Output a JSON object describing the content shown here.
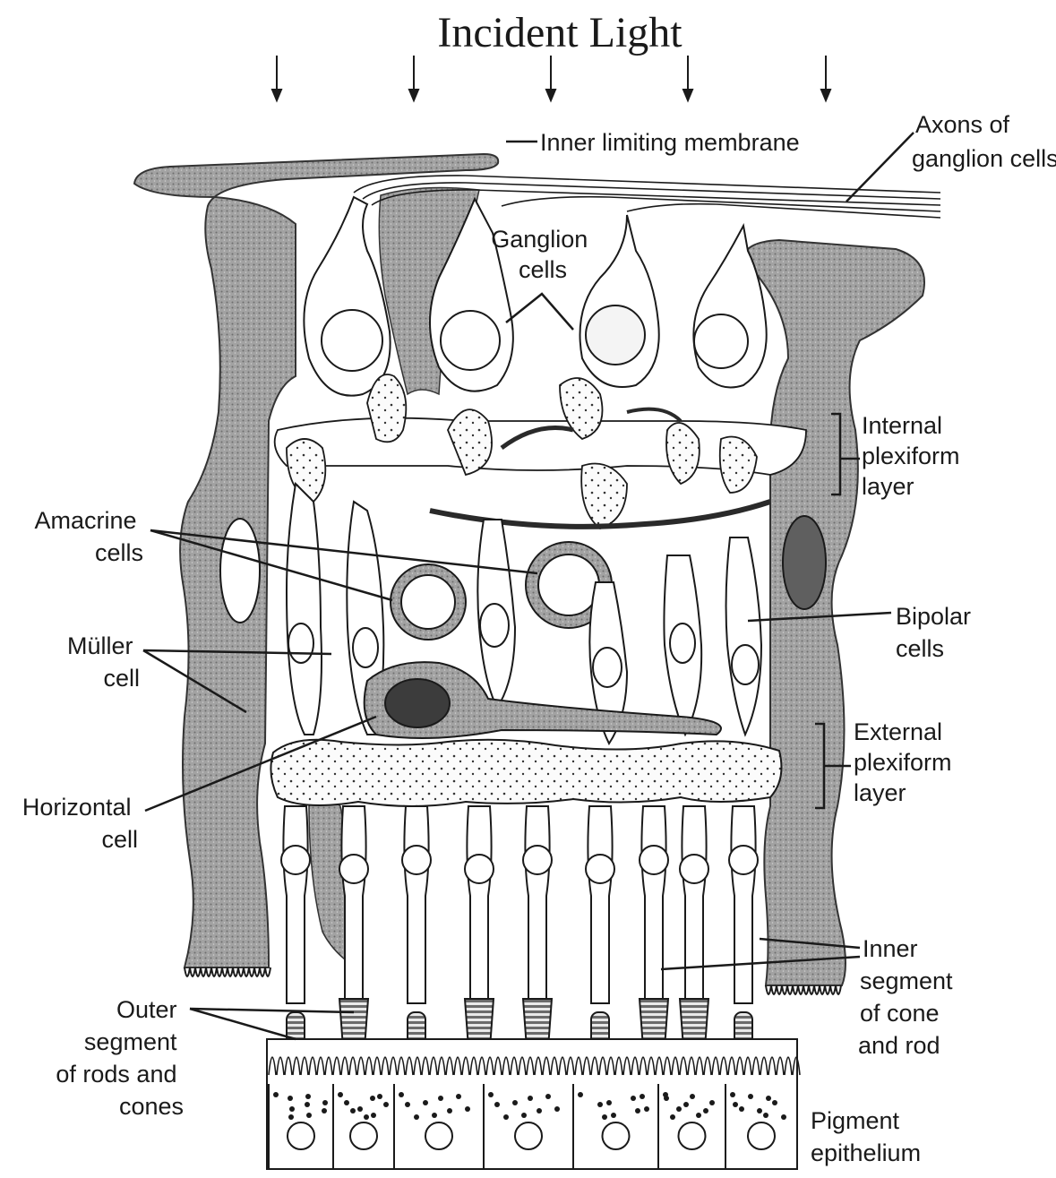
{
  "title": "Incident Light",
  "labels": {
    "inner_limiting_membrane": [
      "Inner limiting membrane"
    ],
    "axons": [
      "Axons of",
      "ganglion cells"
    ],
    "ganglion": [
      "Ganglion",
      "cells"
    ],
    "internal_plexiform": [
      "Internal",
      "plexiform",
      "layer"
    ],
    "amacrine": [
      "Amacrine",
      "cells"
    ],
    "bipolar": [
      "Bipolar",
      "cells"
    ],
    "muller": [
      "Müller",
      "cell"
    ],
    "external_plexiform": [
      "External",
      "plexiform",
      "layer"
    ],
    "horizontal": [
      "Horizontal",
      "cell"
    ],
    "inner_segment": [
      "Inner",
      "segment",
      "of cone",
      "and rod"
    ],
    "outer_segment": [
      "Outer",
      "segment",
      "of rods and",
      "cones"
    ],
    "pigment": [
      "Pigment",
      "epithelium"
    ]
  }
}
